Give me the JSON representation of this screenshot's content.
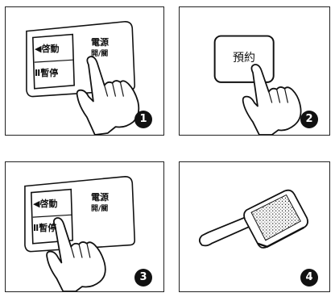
{
  "panels": [
    {
      "step": "1",
      "start_pause_button": {
        "line1": "◀啓動",
        "line2": "Ⅱ暫停"
      },
      "power_button": {
        "line1": "電源",
        "line2": "開/關"
      }
    },
    {
      "step": "2",
      "reserve_button": {
        "label": "預約"
      }
    },
    {
      "step": "3",
      "start_pause_button": {
        "line1": "◀啓動",
        "line2": "Ⅱ暫停"
      },
      "power_button": {
        "line1": "電源",
        "line2": "開/關"
      }
    },
    {
      "step": "4"
    }
  ],
  "colors": {
    "ink": "#111111",
    "background": "#ffffff",
    "badge": "#111111"
  },
  "icons": [
    "pointing-hand-icon",
    "detergent-scoop-icon"
  ]
}
